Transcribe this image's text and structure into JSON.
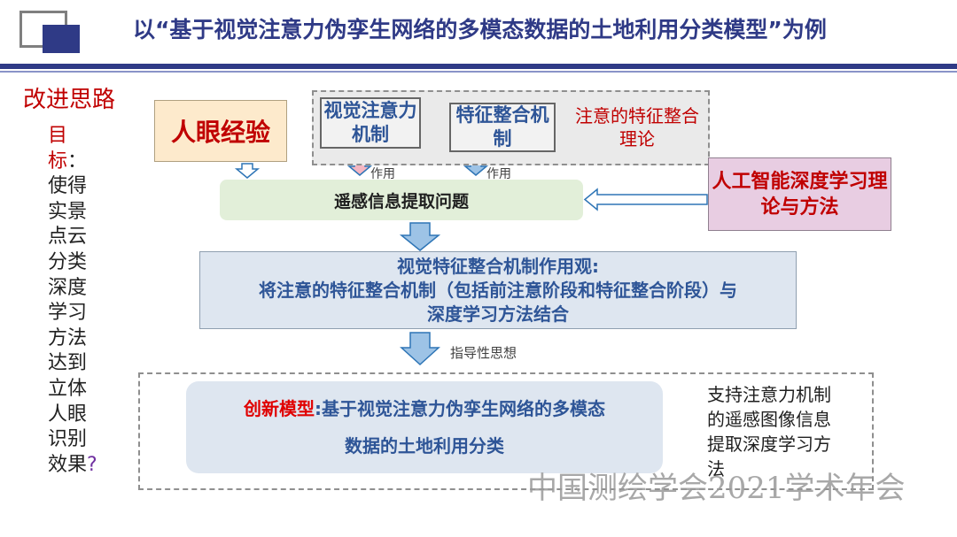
{
  "header": {
    "title": "以“基于视觉注意力伪孪生网络的多模态数据的土地利用分类模型”为例"
  },
  "section": {
    "title": "改进思路"
  },
  "goal": {
    "label": "目标",
    "text": "：使得实景点云分类深度学习方法达到立体人眼识别效果",
    "question_mark": "?"
  },
  "diagram": {
    "human_experience": "人眼经验",
    "visual_attention": "视觉注意力机制",
    "feature_integration": "特征整合机制",
    "attention_theory": "注意的特征整合理论",
    "effect_label_1": "作用",
    "effect_label_2": "作用",
    "remote_sensing_problem": "遥感信息提取问题",
    "ai_theory": "人工智能深度学习理论与方法",
    "view_line1": "视觉特征整合机制作用观:",
    "view_line2": "将注意的特征整合机制（包括前注意阶段和特征整合阶段）与",
    "view_line3": "深度学习方法结合",
    "guiding_thought": "指导性思想",
    "model_label": "创新模型",
    "model_text_line1": ":基于视觉注意力伪孪生网络的多模态",
    "model_text_line2": "数据的土地利用分类",
    "support_text": "支持注意力机制的遥感图像信息提取深度学习方法"
  },
  "watermark": "中国测绘学会2021学术年会",
  "colors": {
    "brand_navy": "#2f3a86",
    "accent_red": "#c00000",
    "text_blue": "#2e5597",
    "arrow_blue": "#9dc3e6",
    "question_purple": "#7030a0"
  }
}
